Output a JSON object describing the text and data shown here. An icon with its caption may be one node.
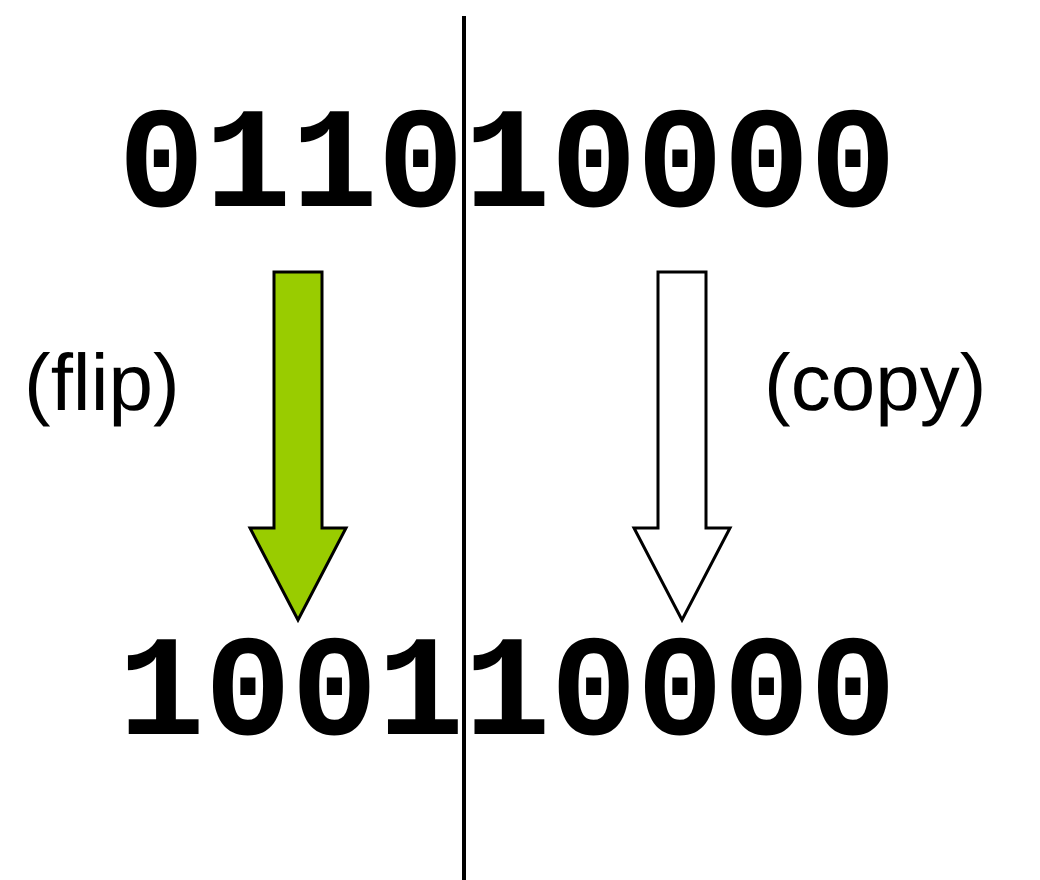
{
  "diagram": {
    "nodes": [
      {
        "text": [
          "0110"
        ]
      },
      {
        "text": [
          "10000"
        ]
      },
      {
        "text": [
          "1001"
        ]
      },
      {
        "text": [
          "10000"
        ]
      }
    ],
    "edges": [
      {
        "from": 0,
        "to": 2,
        "arrow": "to",
        "label": "(flip)",
        "color": "#99cc00"
      },
      {
        "from": 1,
        "to": 3,
        "arrow": "to",
        "label": "(copy)"
      }
    ]
  }
}
